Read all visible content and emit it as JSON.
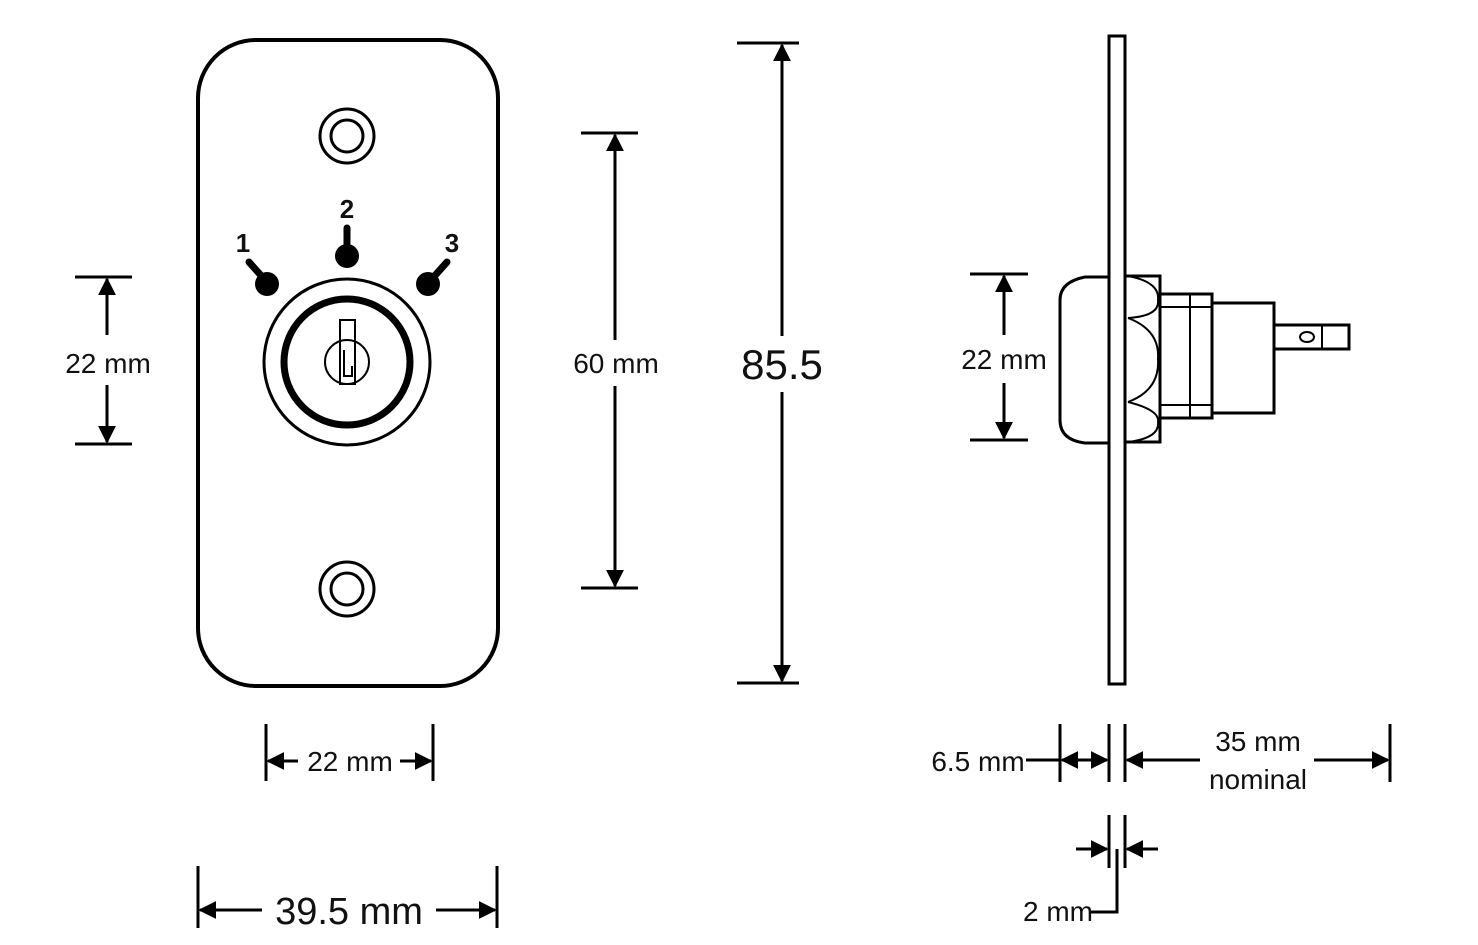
{
  "front_view": {
    "positions": [
      "1",
      "2",
      "3"
    ],
    "keyhole_dim": "22 mm",
    "height_keyhole_dim": "22 mm",
    "plate_width": "39.5 mm",
    "fixing_centres": "60 mm",
    "plate_height": "85.5"
  },
  "side_view": {
    "body_dim": "22 mm",
    "front_projection": "6.5 mm",
    "rear_projection": "35 mm",
    "rear_projection_note": "nominal",
    "plate_thickness": "2 mm"
  },
  "colors": {
    "line": "#000000",
    "background": "#ffffff",
    "text": "#111111"
  }
}
